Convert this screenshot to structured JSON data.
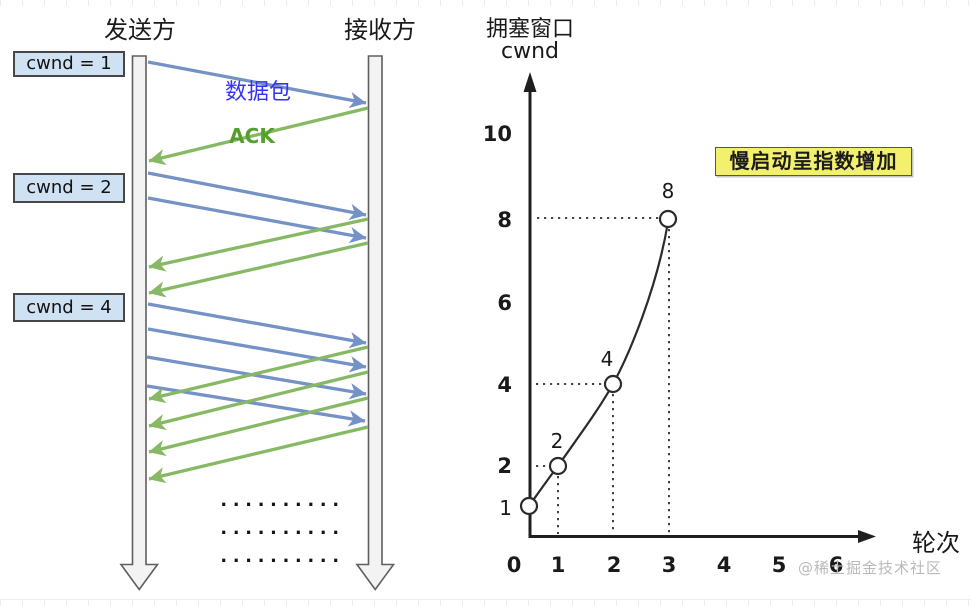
{
  "sequence": {
    "sender_label": "发送方",
    "receiver_label": "接收方",
    "packet_label": "数据包",
    "ack_label": "ACK",
    "cwnd_labels": [
      "cwnd = 1",
      "cwnd = 2",
      "cwnd = 4"
    ],
    "ellipsis": "..........",
    "packet_arrow_count": 7,
    "ack_arrow_count": 7
  },
  "chart": {
    "title": "拥塞窗口",
    "subtitle": "cwnd",
    "x_axis_label": "轮次",
    "annotation": "慢启动呈指数增加"
  },
  "chart_data": {
    "type": "line",
    "x": [
      0,
      1,
      2,
      3
    ],
    "y": [
      1,
      2,
      4,
      8
    ],
    "point_labels": [
      "2",
      "4",
      "8"
    ],
    "x_ticks": [
      "0",
      "1",
      "2",
      "3",
      "4",
      "5",
      "6"
    ],
    "y_ticks": [
      "10",
      "8",
      "6",
      "4",
      "2",
      "1"
    ],
    "title": "拥塞窗口 cwnd",
    "xlabel": "轮次",
    "ylabel": "cwnd",
    "xlim": [
      0,
      6.8
    ],
    "ylim": [
      0,
      11.5
    ],
    "grid": false,
    "legend": false,
    "annotations": [
      "慢启动呈指数增加"
    ],
    "marker": "open-circle",
    "guide_lines": "dotted from axes to each point"
  },
  "watermark": "@稀土掘金技术社区",
  "colors": {
    "packet_arrow_blue": "#7492c5",
    "ack_arrow_green": "#87b964",
    "packet_text_blue": "#3432f8",
    "ack_text_green": "#55a02c",
    "cwnd_box_bg": "#cfe2f3",
    "annotation_bg": "#f2f06d",
    "lifeline_fill": "#f3f3f3",
    "axis_black": "#1f1f1f"
  }
}
